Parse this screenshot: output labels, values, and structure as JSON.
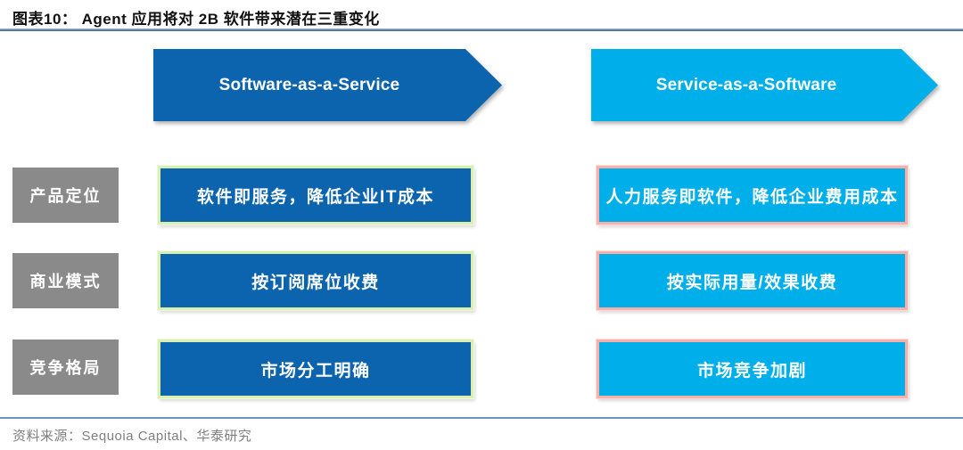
{
  "title": "图表10： Agent 应用将对 2B 软件带来潜在三重变化",
  "columns": [
    {
      "header": "Software-as-a-Service",
      "fill_color": "#0c64ae",
      "border_color": "#d9f0b0"
    },
    {
      "header": "Service-as-a-Software",
      "fill_color": "#00aeea",
      "border_color": "#f8b0a8"
    }
  ],
  "row_label_color": "#8a8a8a",
  "rows": [
    {
      "label": "产品定位",
      "left": "软件即服务，降低企业IT成本",
      "right": "人力服务即软件，降低企业费用成本"
    },
    {
      "label": "商业模式",
      "left": "按订阅席位收费",
      "right": "按实际用量/效果收费"
    },
    {
      "label": "竞争格局",
      "left": "市场分工明确",
      "right": "市场竞争加剧"
    }
  ],
  "source": "资料来源：Sequoia Capital、华泰研究"
}
